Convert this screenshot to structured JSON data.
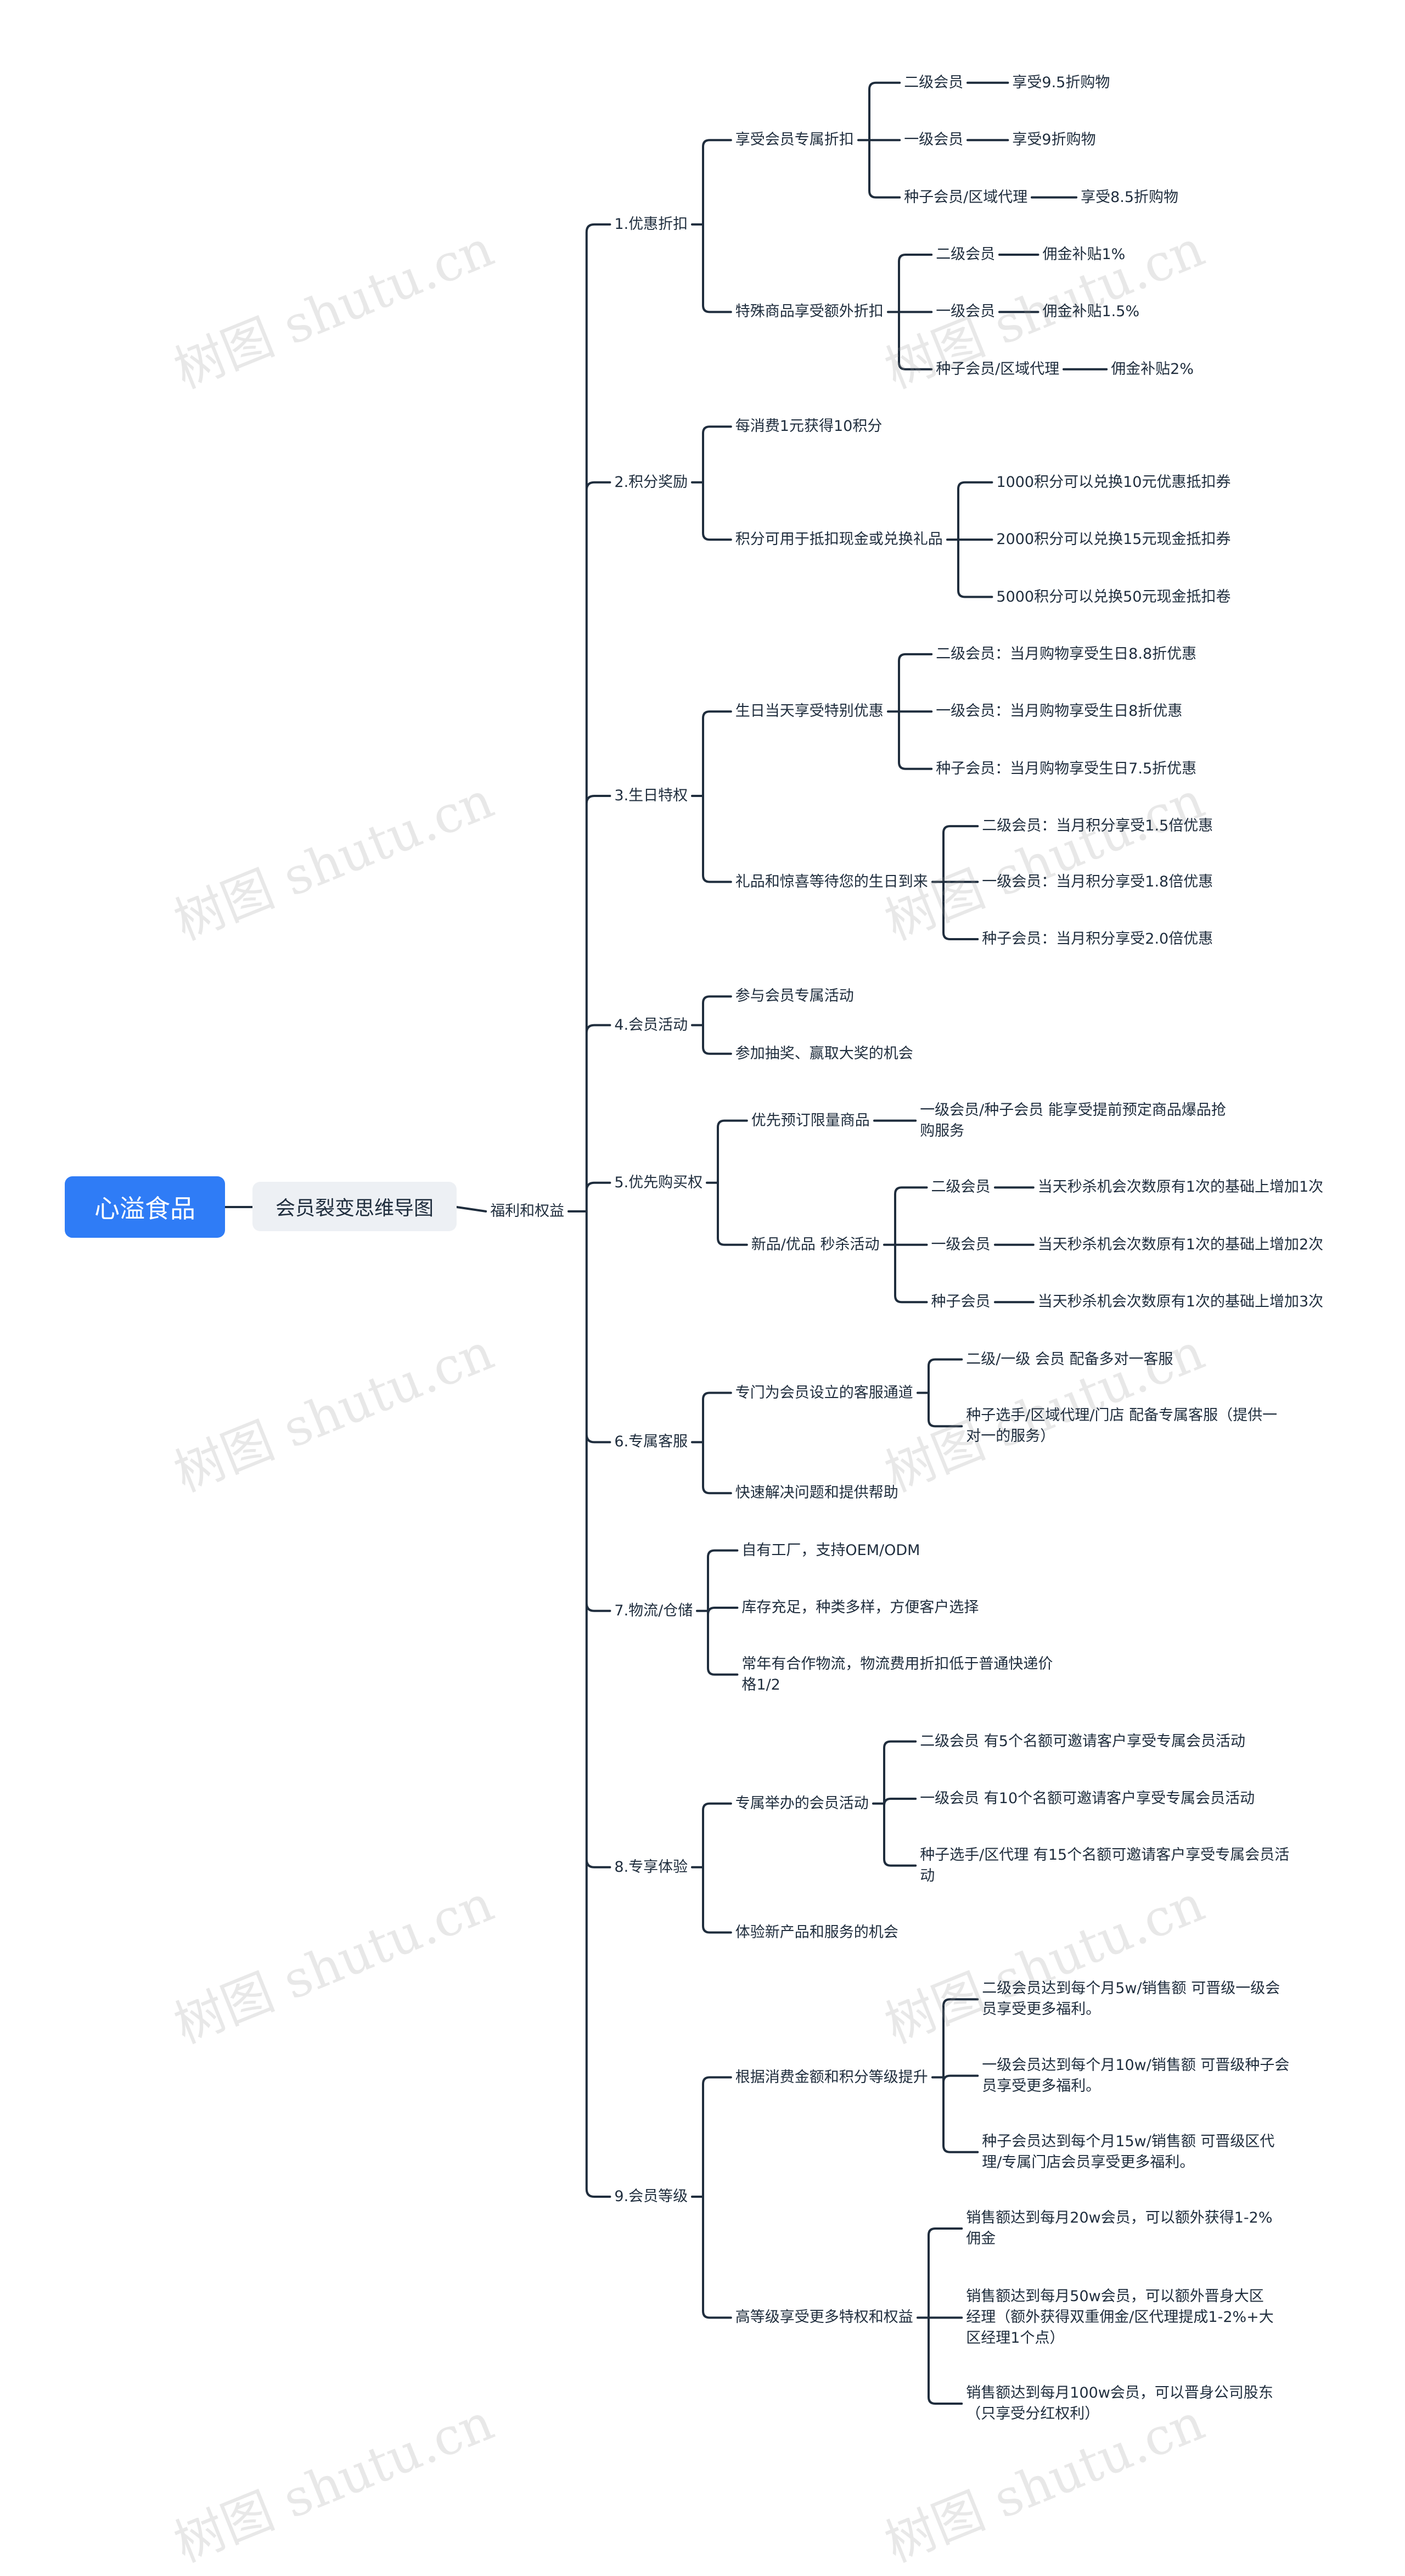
{
  "root": "心溢食品",
  "subtitle": "会员裂变思维导图",
  "hub": "福利和权益",
  "watermark": "树图 shutu.cn",
  "sections": [
    {
      "label": "1.优惠折扣",
      "children": [
        {
          "label": "享受会员专属折扣",
          "children": [
            {
              "label": "二级会员",
              "children": [
                {
                  "label": "享受9.5折购物"
                }
              ]
            },
            {
              "label": "一级会员",
              "children": [
                {
                  "label": "享受9折购物"
                }
              ]
            },
            {
              "label": "种子会员/区域代理",
              "children": [
                {
                  "label": "享受8.5折购物"
                }
              ]
            }
          ]
        },
        {
          "label": "特殊商品享受额外折扣",
          "children": [
            {
              "label": "二级会员",
              "children": [
                {
                  "label": "佣金补贴1%"
                }
              ]
            },
            {
              "label": "一级会员",
              "children": [
                {
                  "label": "佣金补贴1.5%"
                }
              ]
            },
            {
              "label": "种子会员/区域代理",
              "children": [
                {
                  "label": "佣金补贴2%"
                }
              ]
            }
          ]
        }
      ]
    },
    {
      "label": "2.积分奖励",
      "children": [
        {
          "label": "每消费1元获得10积分"
        },
        {
          "label": "积分可用于抵扣现金或兑换礼品",
          "children": [
            {
              "label": "1000积分可以兑换10元优惠抵扣券"
            },
            {
              "label": "2000积分可以兑换15元现金抵扣券"
            },
            {
              "label": "5000积分可以兑换50元现金抵扣卷"
            }
          ]
        }
      ]
    },
    {
      "label": "3.生日特权",
      "children": [
        {
          "label": "生日当天享受特别优惠",
          "children": [
            {
              "label": "二级会员：当月购物享受生日8.8折优惠"
            },
            {
              "label": "一级会员：当月购物享受生日8折优惠"
            },
            {
              "label": "种子会员：当月购物享受生日7.5折优惠"
            }
          ]
        },
        {
          "label": "礼品和惊喜等待您的生日到来",
          "children": [
            {
              "label": "二级会员：当月积分享受1.5倍优惠"
            },
            {
              "label": "一级会员：当月积分享受1.8倍优惠"
            },
            {
              "label": "种子会员：当月积分享受2.0倍优惠"
            }
          ]
        }
      ]
    },
    {
      "label": "4.会员活动",
      "children": [
        {
          "label": "参与会员专属活动"
        },
        {
          "label": "参加抽奖、赢取大奖的机会"
        }
      ]
    },
    {
      "label": "5.优先购买权",
      "children": [
        {
          "label": "优先预订限量商品",
          "children": [
            {
              "label": "一级会员/种子会员 能享受提前预定商品爆品抢购服务"
            }
          ]
        },
        {
          "label": "新品/优品 秒杀活动",
          "children": [
            {
              "label": "二级会员",
              "children": [
                {
                  "label": "当天秒杀机会次数原有1次的基础上增加1次"
                }
              ]
            },
            {
              "label": "一级会员",
              "children": [
                {
                  "label": "当天秒杀机会次数原有1次的基础上增加2次"
                }
              ]
            },
            {
              "label": "种子会员",
              "children": [
                {
                  "label": "当天秒杀机会次数原有1次的基础上增加3次"
                }
              ]
            }
          ]
        }
      ]
    },
    {
      "label": "6.专属客服",
      "children": [
        {
          "label": "专门为会员设立的客服通道",
          "children": [
            {
              "label": "二级/一级 会员 配备多对一客服"
            },
            {
              "label": "种子选手/区域代理/门店 配备专属客服（提供一对一的服务）"
            }
          ]
        },
        {
          "label": "快速解决问题和提供帮助"
        }
      ]
    },
    {
      "label": "7.物流/仓储",
      "children": [
        {
          "label": "自有工厂，支持OEM/ODM"
        },
        {
          "label": "库存充足，种类多样，方便客户选择"
        },
        {
          "label": "常年有合作物流，物流费用折扣低于普通快递价格1/2"
        }
      ]
    },
    {
      "label": "8.专享体验",
      "children": [
        {
          "label": "专属举办的会员活动",
          "children": [
            {
              "label": "二级会员 有5个名额可邀请客户享受专属会员活动"
            },
            {
              "label": "一级会员 有10个名额可邀请客户享受专属会员活动"
            },
            {
              "label": "种子选手/区代理 有15个名额可邀请客户享受专属会员活动"
            }
          ]
        },
        {
          "label": "体验新产品和服务的机会"
        }
      ]
    },
    {
      "label": "9.会员等级",
      "children": [
        {
          "label": "根据消费金额和积分等级提升",
          "children": [
            {
              "label": "二级会员达到每个月5w/销售额 可晋级一级会员享受更多福利。"
            },
            {
              "label": "一级会员达到每个月10w/销售额 可晋级种子会员享受更多福利。"
            },
            {
              "label": "种子会员达到每个月15w/销售额 可晋级区代理/专属门店会员享受更多福利。"
            }
          ]
        },
        {
          "label": "高等级享受更多特权和权益",
          "children": [
            {
              "label": "销售额达到每月20w会员，可以额外获得1-2%佣金"
            },
            {
              "label": "销售额达到每月50w会员，可以额外晋身大区经理（额外获得双重佣金/区代理提成1-2%+大区经理1个点）"
            },
            {
              "label": "销售额达到每月100w会员，可以晋身公司股东（只享受分红权利）"
            }
          ]
        }
      ]
    }
  ]
}
